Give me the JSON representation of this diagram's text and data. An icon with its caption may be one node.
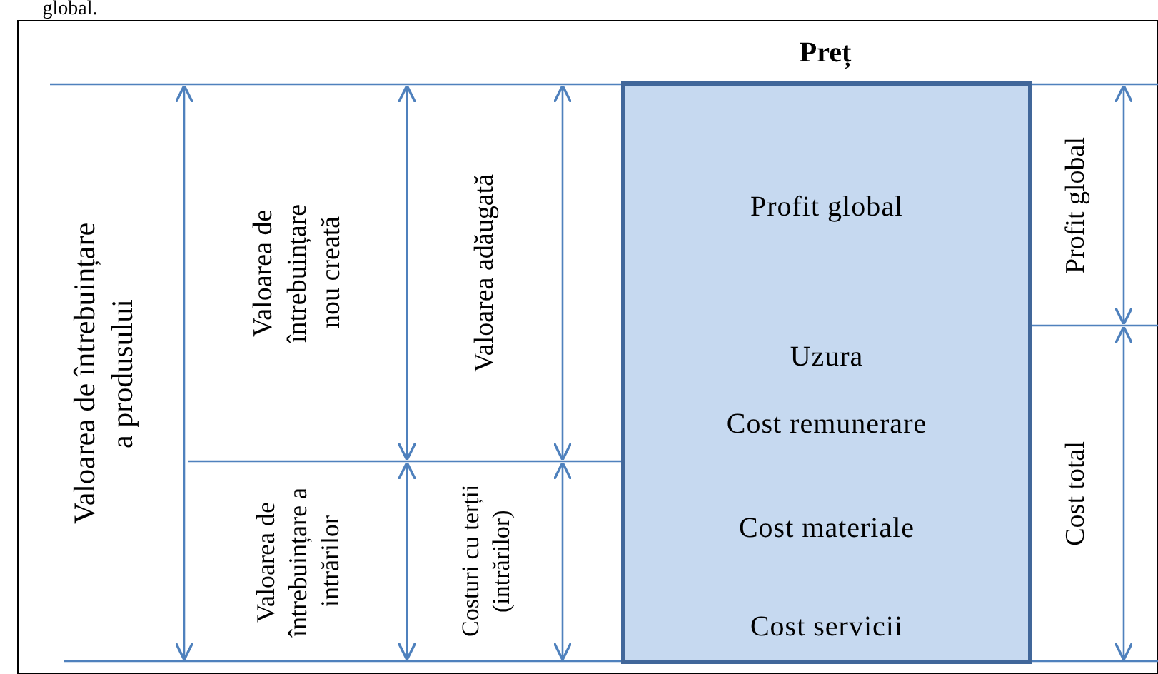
{
  "diagram": {
    "nodes": [
      {
        "text": [
          "Profit global"
        ]
      },
      {
        "text": [
          "Uzura"
        ]
      },
      {
        "text": [
          "Cost remunerare"
        ]
      },
      {
        "text": [
          "Cost materiale"
        ]
      },
      {
        "text": [
          "Cost servicii"
        ]
      }
    ],
    "labels": [
      "global.",
      "Preț",
      "Valoarea de întrebuințare a produsului",
      "Valoarea de întrebuințare nou creată",
      "Valoarea adăugată",
      "Valoarea de întrebuințare a intrărilor",
      "Costuri cu terții (intrărilor)",
      "Profit global",
      "Cost total"
    ]
  }
}
